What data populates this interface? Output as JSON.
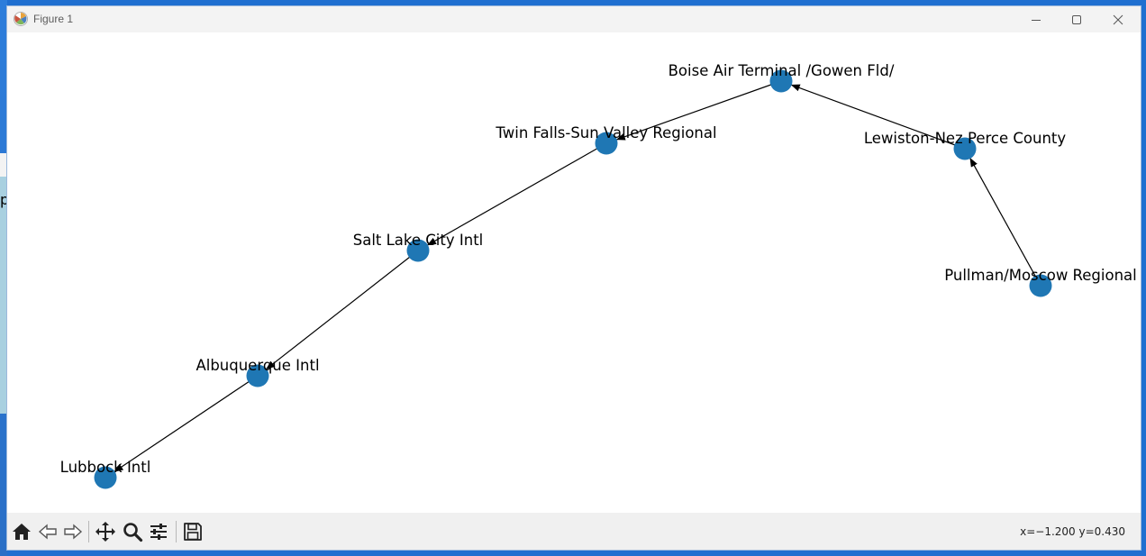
{
  "window": {
    "title": "Figure 1"
  },
  "graph": {
    "node_color": "#1f77b4",
    "edge_color": "#000000",
    "nodes": [
      {
        "id": "boise",
        "label": "Boise Air Terminal /Gowen Fld/"
      },
      {
        "id": "twin",
        "label": "Twin Falls-Sun Valley Regional"
      },
      {
        "id": "lewiston",
        "label": "Lewiston-Nez Perce County"
      },
      {
        "id": "slc",
        "label": "Salt Lake City Intl"
      },
      {
        "id": "pullman",
        "label": "Pullman/Moscow Regional"
      },
      {
        "id": "abq",
        "label": "Albuquerque Intl"
      },
      {
        "id": "lubbock",
        "label": "Lubbock Intl"
      }
    ],
    "edges": [
      {
        "from": "boise",
        "to": "twin"
      },
      {
        "from": "twin",
        "to": "slc"
      },
      {
        "from": "slc",
        "to": "abq"
      },
      {
        "from": "abq",
        "to": "lubbock"
      },
      {
        "from": "lewiston",
        "to": "boise"
      },
      {
        "from": "pullman",
        "to": "lewiston"
      }
    ]
  },
  "toolbar": {
    "buttons": [
      {
        "icon": "home-icon"
      },
      {
        "icon": "back-arrow-icon"
      },
      {
        "icon": "forward-arrow-icon"
      },
      {
        "icon": "pan-icon"
      },
      {
        "icon": "zoom-icon"
      },
      {
        "icon": "configure-subplots-icon"
      },
      {
        "icon": "save-icon"
      }
    ],
    "coordinates": "x=−1.200 y=0.430"
  },
  "desktop": {
    "partial_glyph": "p"
  }
}
